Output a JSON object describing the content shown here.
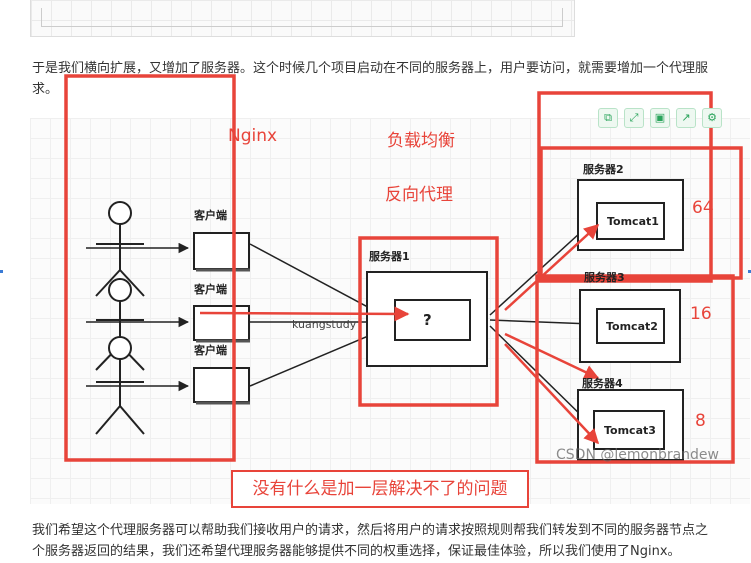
{
  "paragraphs": {
    "p1": "于是我们横向扩展，又增加了服务器。这个时候几个项目启动在不同的服务器上，用户要访问，就需要增加一个代理服",
    "p2": "求。",
    "p3": "我们希望这个代理服务器可以帮助我们接收用户的请求，然后将用户的请求按照规则帮我们转发到不同的服务器节点之",
    "p4": "个服务器返回的结果，我们还希望代理服务器能够提供不同的权重选择，保证最佳体验，所以我们使用了Nginx。"
  },
  "diagram": {
    "labels": {
      "nginx": "Nginx",
      "load_balance": "负载均衡",
      "reverse_proxy": "反向代理",
      "client_1": "客户端",
      "client_2": "客户端",
      "client_3": "客户端",
      "server1": "服务器1",
      "proxy_node": "?",
      "arrow_text": "kuangstudy",
      "server2": "服务器2",
      "server3": "服务器3",
      "server4": "服务器4",
      "tomcat1": "Tomcat1",
      "tomcat2": "Tomcat2",
      "tomcat3": "Tomcat3",
      "weight_server2": "64",
      "weight_server3": "16",
      "weight_server4": "8",
      "caption": "没有什么是加一层解决不了的问题"
    },
    "toolbar": [
      "copy-icon",
      "expand-icon",
      "save-icon",
      "share-icon",
      "settings-icon"
    ],
    "colors": {
      "annotation_red": "#e8443a",
      "toolbar_green": "#2aa45b"
    }
  },
  "watermark": "CSDN @lemonbrandew"
}
